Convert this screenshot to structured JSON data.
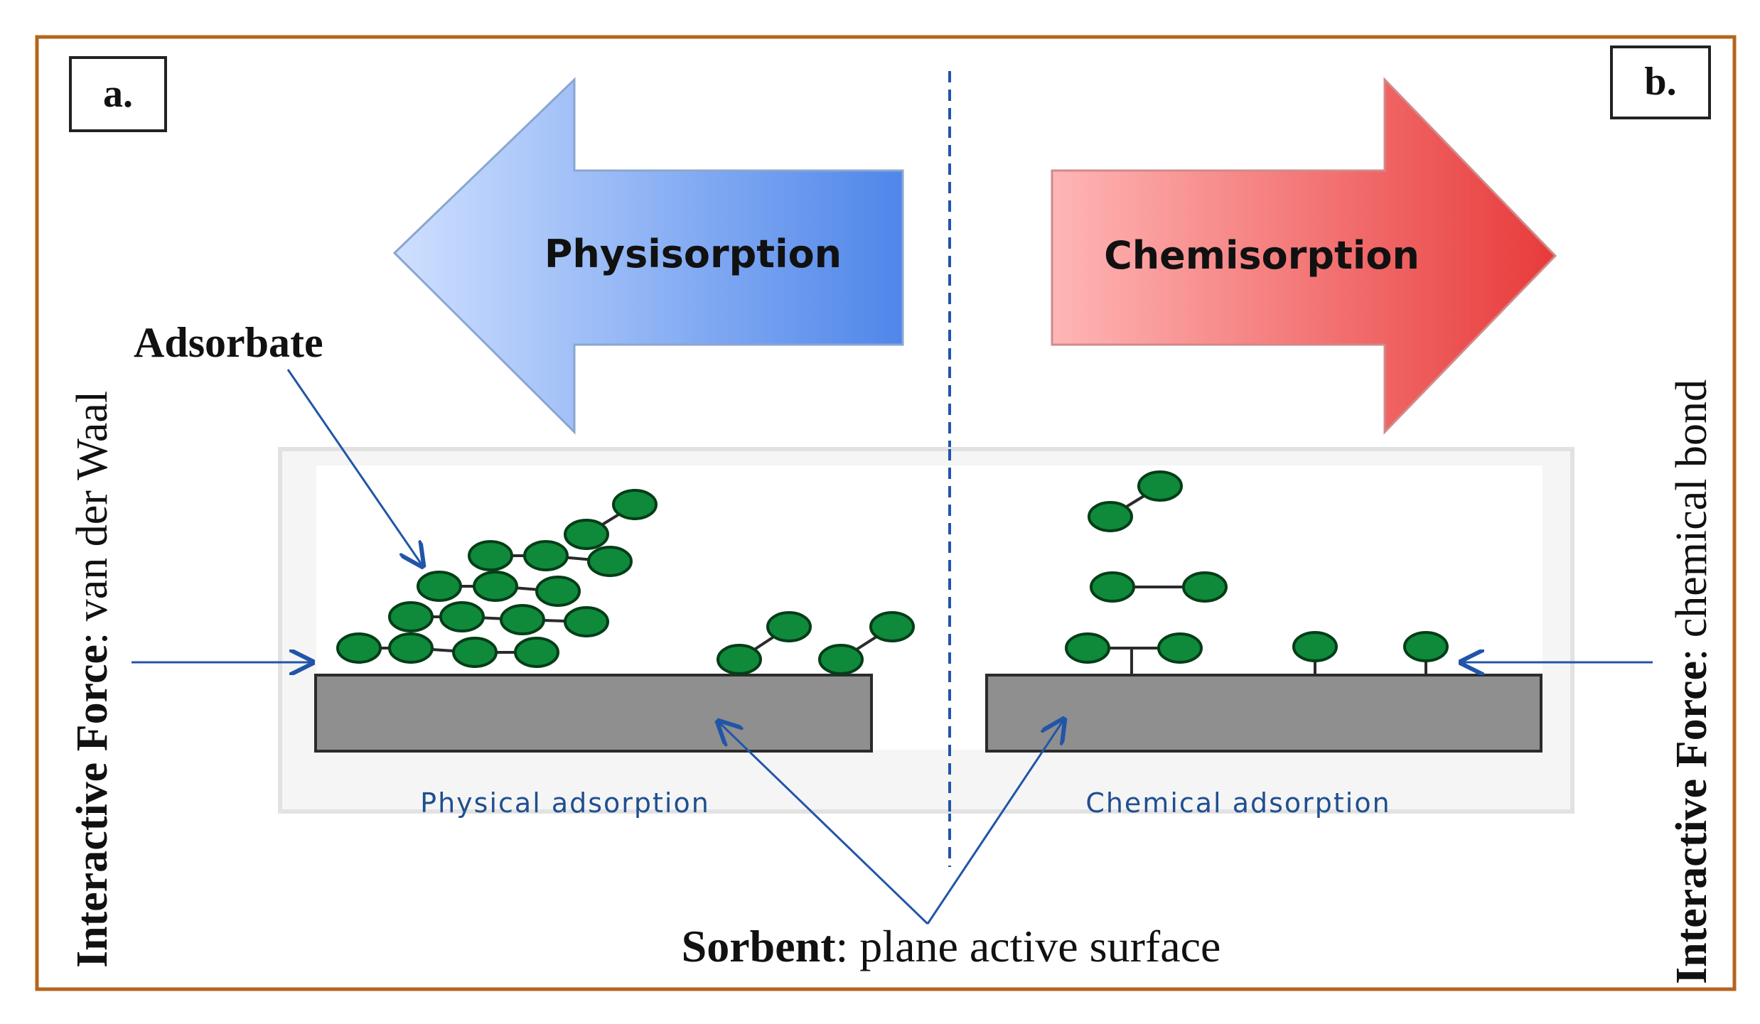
{
  "panels": {
    "left_label": "a.",
    "right_label": "b."
  },
  "arrows": {
    "left_text": "Physisorption",
    "right_text": "Chemisorption"
  },
  "labels": {
    "adsorbate": "Adsorbate",
    "physical_adsorption": "Physical adsorption",
    "chemical_adsorption": "Chemical adsorption",
    "sorbent_bold": "Sorbent",
    "sorbent_rest": ": plane active surface",
    "force_left_bold": "Interactive Force",
    "force_left_rest": ": van der Waal",
    "force_right_bold": "Interactive Force",
    "force_right_rest": ": chemical bond"
  },
  "colors": {
    "frame": "#b5651d",
    "molecule": "#0e8a3a",
    "molecule_stroke": "#053d18",
    "surface": "#8f8f8f",
    "physisorption_arrow": "#7ba7f2",
    "chemisorption_arrow": "#f06a6a",
    "pointer": "#2255a8"
  }
}
